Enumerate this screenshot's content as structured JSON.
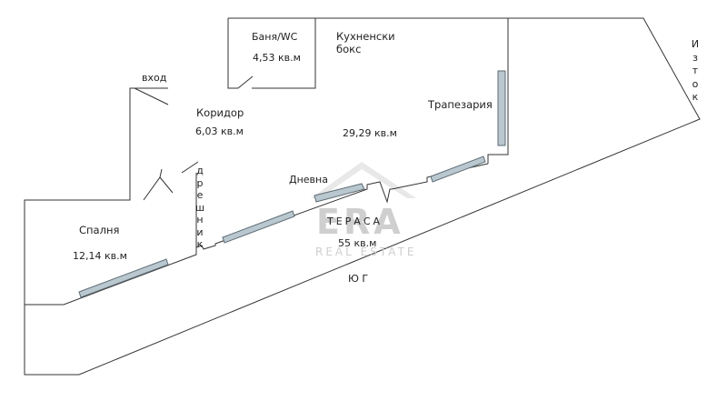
{
  "rooms": {
    "bath_name": "Баня/WC",
    "bath_area": "4,53 кв.м",
    "kitchen_name_1": "Кухненски",
    "kitchen_name_2": "бокс",
    "entrance": "вход",
    "corridor_name": "Коридор",
    "corridor_area": "6,03 кв.м",
    "dining": "Трапезария",
    "living_area": "29,29 кв.м",
    "living_name": "Дневна",
    "wardrobe": "д\nр\nе\nш\nн\nи\nк",
    "terrace_name": "ТЕРАСА",
    "terrace_area": "55 кв.м",
    "bedroom_name": "Спалня",
    "bedroom_area": "12,14 кв.м"
  },
  "orientation": {
    "east": "И\nз\nт\nо\nк",
    "south": "Ю Г"
  },
  "watermark": {
    "logo": "ERA",
    "tagline": "REAL ESTATE"
  },
  "colors": {
    "wall": "#333333",
    "window_fill": "#b9c7cf",
    "window_stroke": "#5d6b74",
    "watermark": "#d0d0d0"
  }
}
